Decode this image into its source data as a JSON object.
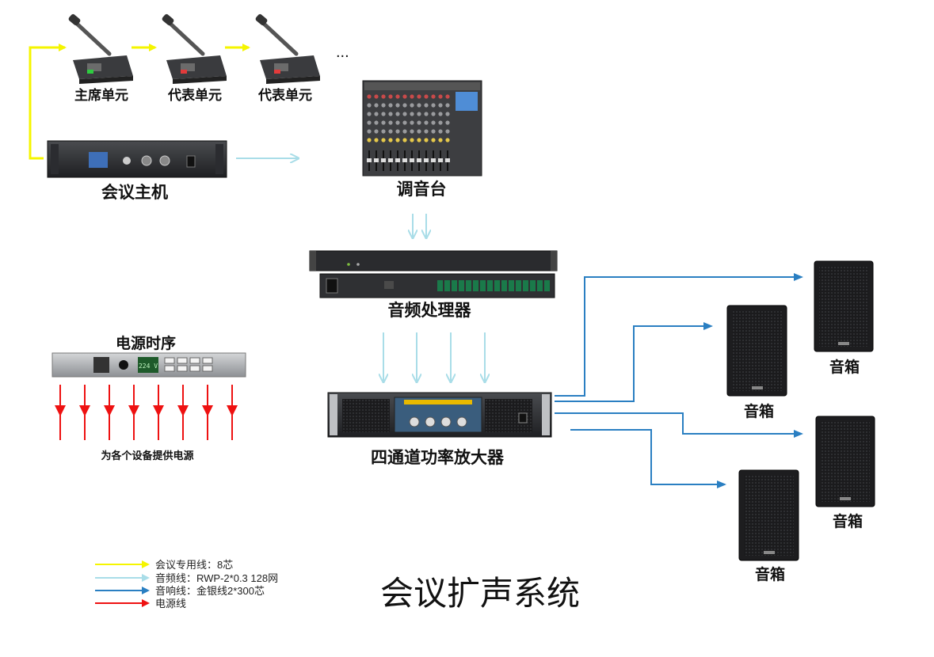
{
  "diagram": {
    "title": "会议扩声系统",
    "ellipsis": "...",
    "devices": {
      "chairman_unit": "主席单元",
      "delegate_unit_1": "代表单元",
      "delegate_unit_2": "代表单元",
      "conference_host": "会议主机",
      "mixer": "调音台",
      "audio_processor": "音频处理器",
      "power_sequencer": "电源时序",
      "power_sequencer_note": "为各个设备提供电源",
      "sequencer_display": "224 V",
      "amplifier": "四通道功率放大器",
      "speaker_1": "音箱",
      "speaker_2": "音箱",
      "speaker_3": "音箱",
      "speaker_4": "音箱"
    },
    "legend": [
      {
        "label": "会议专用线：8芯",
        "color": "#f5f500"
      },
      {
        "label": "音频线：RWP-2*0.3 128网",
        "color": "#a9dde8"
      },
      {
        "label": "音响线：金银线2*300芯",
        "color": "#2a7fc2"
      },
      {
        "label": "电源线",
        "color": "#ee1111"
      }
    ],
    "colors": {
      "conference_line": "#f5f500",
      "audio_line": "#a9dde8",
      "speaker_line": "#2a7fc2",
      "power_line": "#ee1111"
    }
  }
}
